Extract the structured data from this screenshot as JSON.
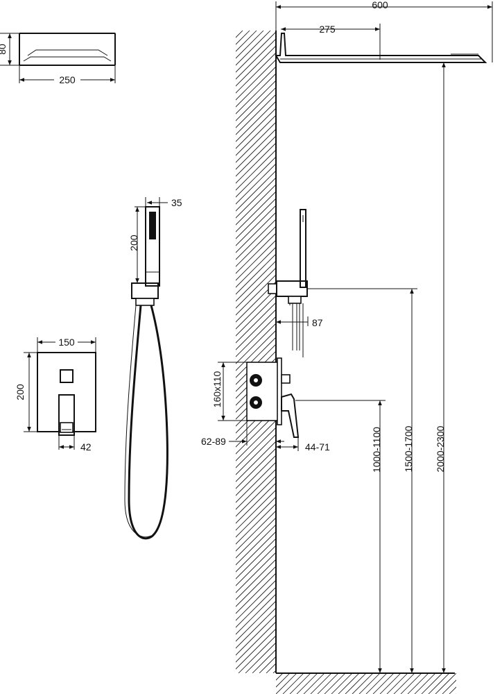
{
  "colors": {
    "line": "#111111",
    "background": "#ffffff",
    "hatch": "#111111"
  },
  "dimensions": {
    "head_width": "600",
    "head_arm": "275",
    "head_depth": "80",
    "head_length": "250",
    "handset_width": "35",
    "handset_length": "200",
    "plate_width": "150",
    "plate_height": "200",
    "lever_projection": "42",
    "holder_projection": "87",
    "box_size": "160x110",
    "box_depth": "62-89",
    "lever_offset": "44-71",
    "mixer_height": "1000-1100",
    "holder_height": "1500-1700",
    "head_height": "2000-2300"
  }
}
